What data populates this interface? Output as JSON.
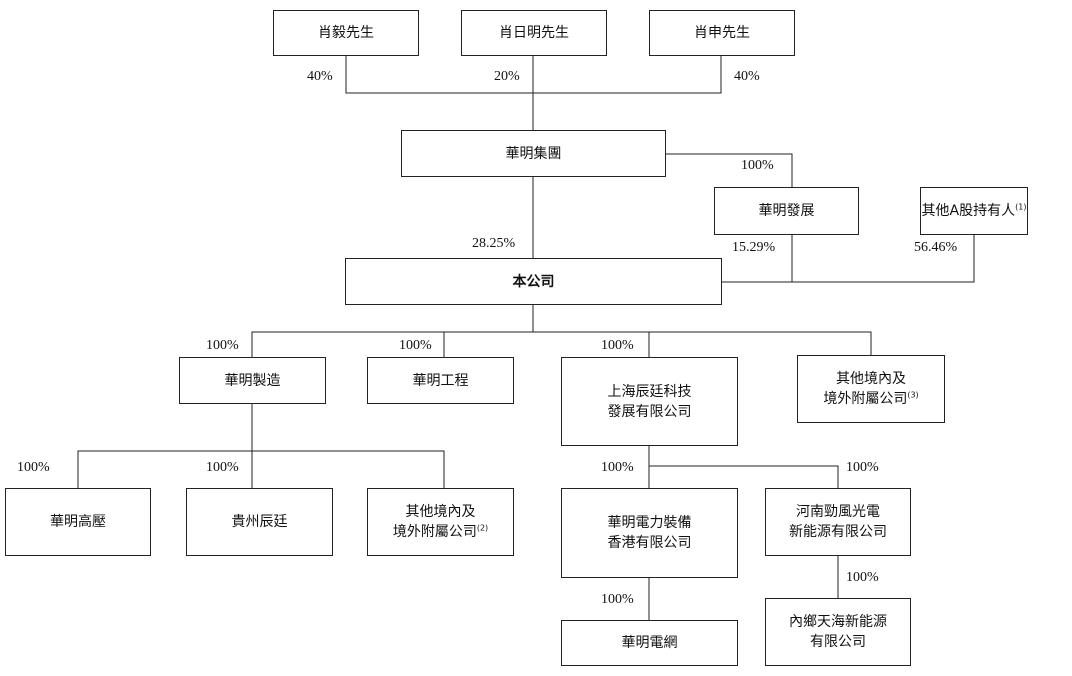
{
  "nodes": {
    "xiao_yi": "肖毅先生",
    "xiao_riming": "肖日明先生",
    "xiao_shen": "肖申先生",
    "huaming_group": "華明集團",
    "huaming_dev": "華明發展",
    "other_a_holders": "其他A股持有人",
    "other_a_holders_note": "(1)",
    "company": "本公司",
    "huaming_mfg": "華明製造",
    "huaming_eng": "華明工程",
    "shanghai_tech_line1": "上海辰廷科技",
    "shanghai_tech_line2": "發展有限公司",
    "other_sub3_line1": "其他境內及",
    "other_sub3_line2": "境外附屬公司",
    "other_sub3_note": "(3)",
    "huaming_hv": "華明高壓",
    "guizhou_chenting": "貴州辰廷",
    "other_sub2_line1": "其他境內及",
    "other_sub2_line2": "境外附屬公司",
    "other_sub2_note": "(2)",
    "hk_equip_line1": "華明電力裝備",
    "hk_equip_line2": "香港有限公司",
    "henan_line1": "河南勁風光電",
    "henan_line2": "新能源有限公司",
    "huaming_grid": "華明電網",
    "neixiang_line1": "內鄉天海新能源",
    "neixiang_line2": "有限公司"
  },
  "percentages": {
    "xiao_yi": "40%",
    "xiao_riming": "20%",
    "xiao_shen": "40%",
    "dev": "100%",
    "group_to_company": "28.25%",
    "dev_to_company": "15.29%",
    "other_a_to_company": "56.46%",
    "mfg": "100%",
    "eng": "100%",
    "shanghai": "100%",
    "hv": "100%",
    "guizhou": "100%",
    "hk_equip": "100%",
    "henan": "100%",
    "neixiang": "100%",
    "grid": "100%"
  }
}
